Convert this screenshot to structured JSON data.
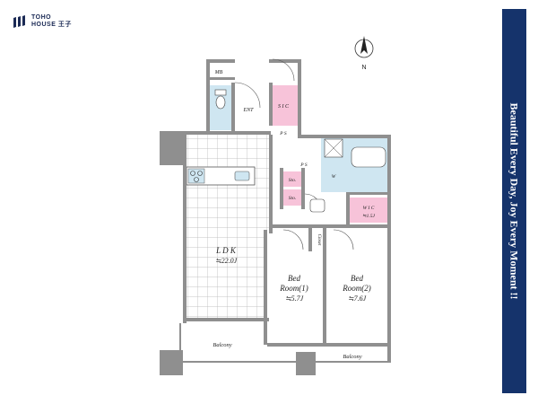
{
  "brand": {
    "line1": "TOHO",
    "line2": "HOUSE 王子"
  },
  "tagline": "Beautiful  Every Day, Joy Every Moment !!",
  "compass": {
    "label": "N"
  },
  "rooms": {
    "mb": "MB",
    "ent": "ENT",
    "sic": "S I C",
    "ps_top": "P S",
    "ps_mid": "P S",
    "w": "W",
    "sto1": "Sto.",
    "sto2": "Sto.",
    "wic_name": "W I C",
    "wic_area": "≒1.5J",
    "closet": "Closet",
    "ldk_name": "L D K",
    "ldk_area": "≒22.0J",
    "bed1_line1": "Bed",
    "bed1_line2": "Room(1)",
    "bed1_area": "≒5.7J",
    "bed2_line1": "Bed",
    "bed2_line2": "Room(2)",
    "bed2_area": "≒7.6J",
    "balcony_left": "Balcony",
    "balcony_right": "Balcony"
  },
  "colors": {
    "sidebar": "#15336b",
    "wall": "#8f8f8f",
    "wet_area": "#cfe6f1",
    "storage": "#f7c3d9"
  }
}
